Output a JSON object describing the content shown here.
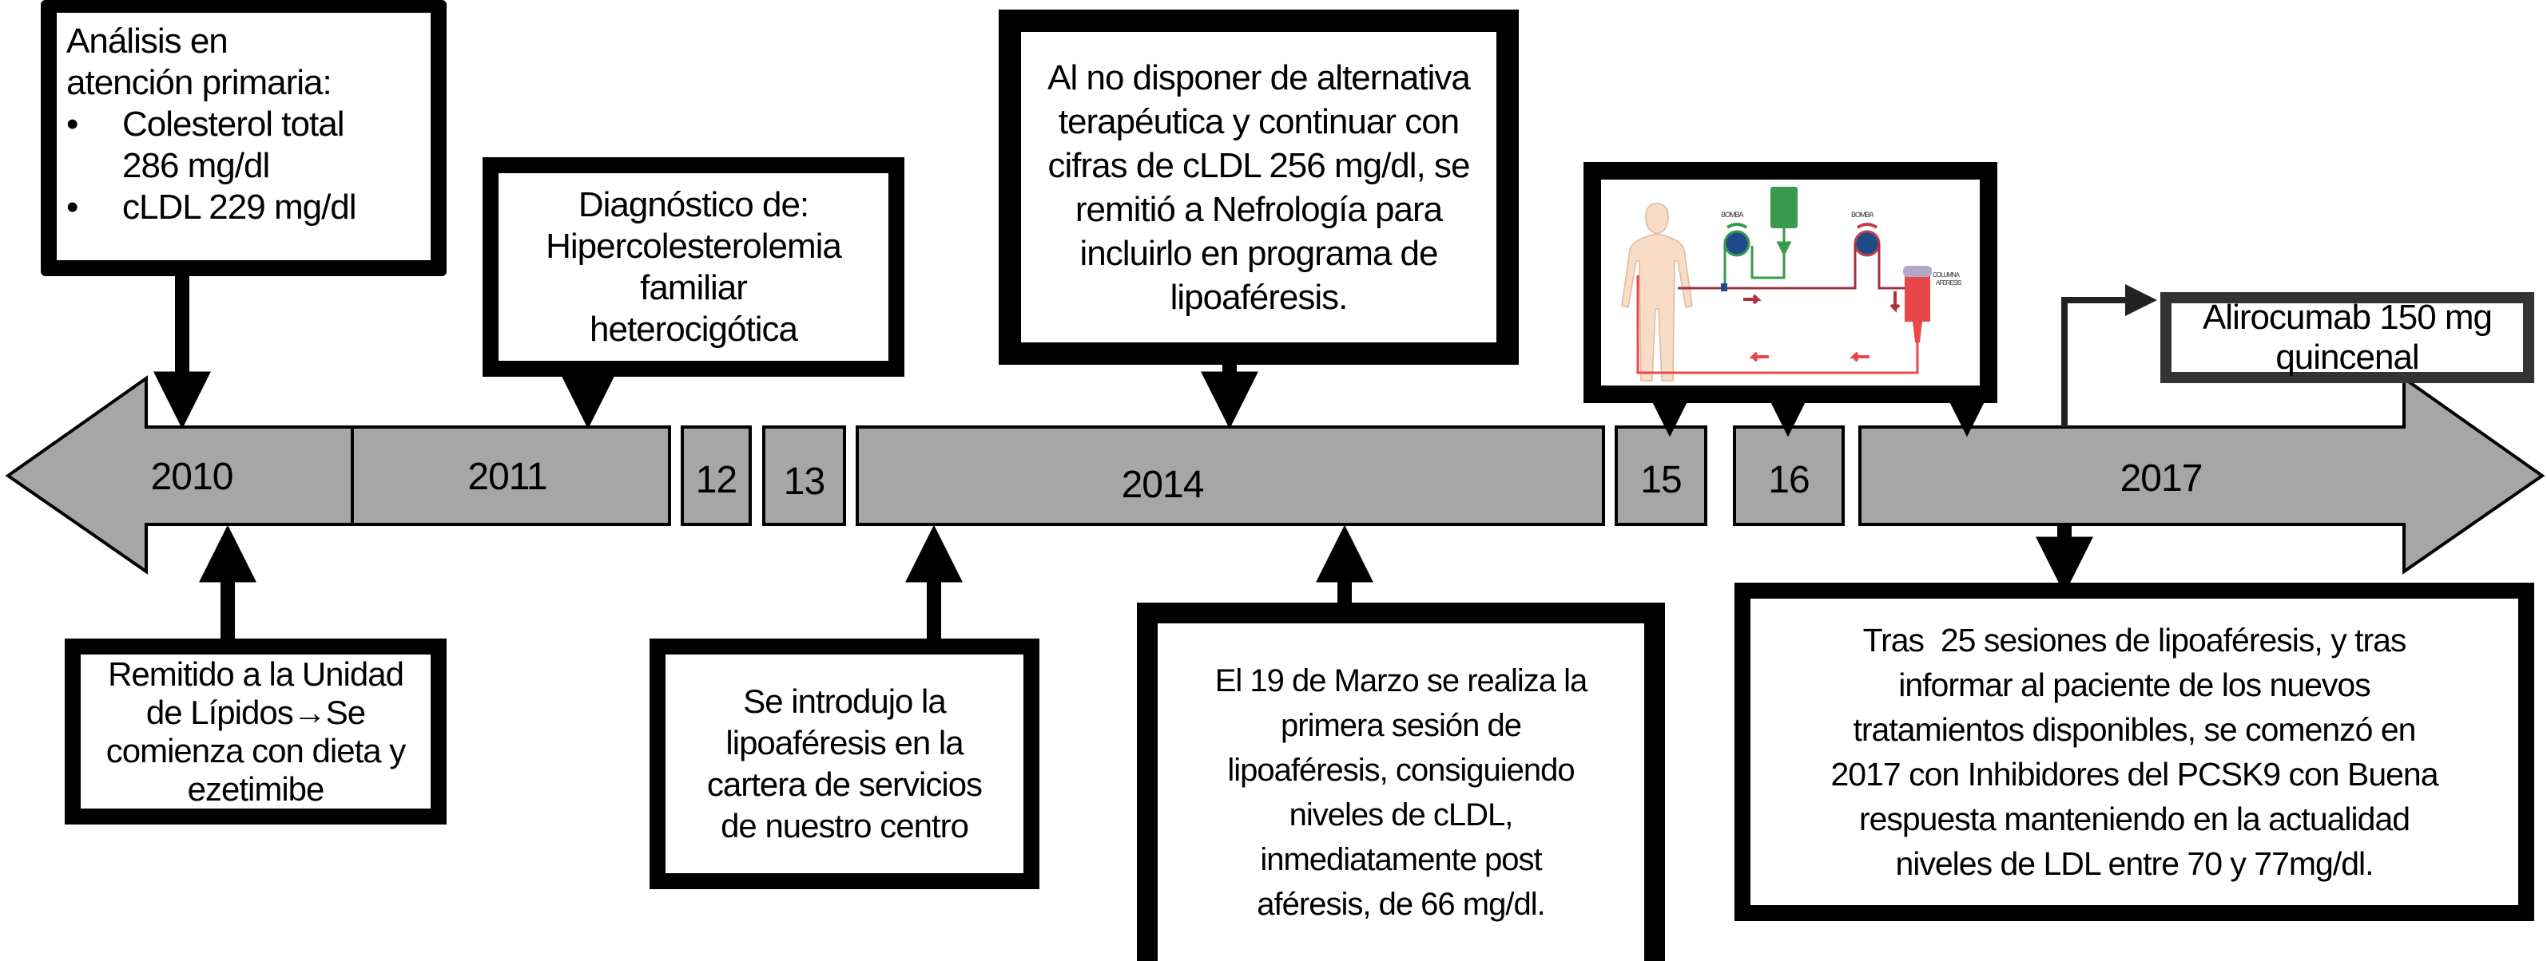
{
  "timeline": {
    "segments": [
      {
        "label": "2010",
        "shape": "arrow-left"
      },
      {
        "label": "2011"
      },
      {
        "label": "12"
      },
      {
        "label": "13"
      },
      {
        "label": "2014"
      },
      {
        "label": "15"
      },
      {
        "label": "16"
      },
      {
        "label": "2017",
        "shape": "arrow-right"
      }
    ],
    "fill_color": "#a6a6a6"
  },
  "events_top": {
    "analisis": {
      "title_lines": [
        "Análisis en",
        "atención primaria:"
      ],
      "bullets": [
        {
          "lines": [
            "Colesterol total",
            "286 mg/dl"
          ]
        },
        {
          "lines": [
            "cLDL 229 mg/dl"
          ]
        }
      ]
    },
    "diagnostico": {
      "lines": [
        "Diagnóstico de:",
        "Hipercolesterolemia",
        "familiar",
        "heterocigótica"
      ]
    },
    "nefrologia": {
      "lines": [
        "Al no disponer de alternativa",
        "terapéutica y continuar con",
        "cifras de cLDL 256 mg/dl, se",
        "remitió a Nefrología para",
        "incluirlo en programa de",
        "lipoaféresis."
      ]
    },
    "lipoaferesis_image": {
      "labels": {
        "pump1": "BOMBA",
        "pump2": "BOMBA",
        "column_line1": "COLUMNA",
        "column_line2": "AFERESIS"
      }
    },
    "alirocumab": {
      "lines": [
        "Alirocumab 150 mg",
        "quincenal"
      ]
    }
  },
  "events_bottom": {
    "remitido": {
      "lines": [
        "Remitido a la Unidad",
        "de Lípidos→Se",
        "comienza con dieta y",
        "ezetimibe"
      ]
    },
    "introdujo": {
      "lines": [
        "Se introdujo la",
        "lipoaféresis en la",
        "cartera de servicios",
        "de nuestro centro"
      ]
    },
    "marzo": {
      "lines": [
        "El 19 de Marzo se realiza la",
        "primera sesión de",
        "lipoaféresis, consiguiendo",
        "niveles de cLDL,",
        "inmediatamente post",
        "aféresis, de 66 mg/dl."
      ]
    },
    "tras": {
      "lines": [
        "Tras  25 sesiones de lipoaféresis, y tras",
        "informar al paciente de los nuevos",
        "tratamientos disponibles, se comenzó en",
        "2017 con Inhibidores del PCSK9 con Buena",
        "respuesta manteniendo en la actualidad",
        "niveles de LDL entre 70 y 77mg/dl."
      ]
    }
  }
}
